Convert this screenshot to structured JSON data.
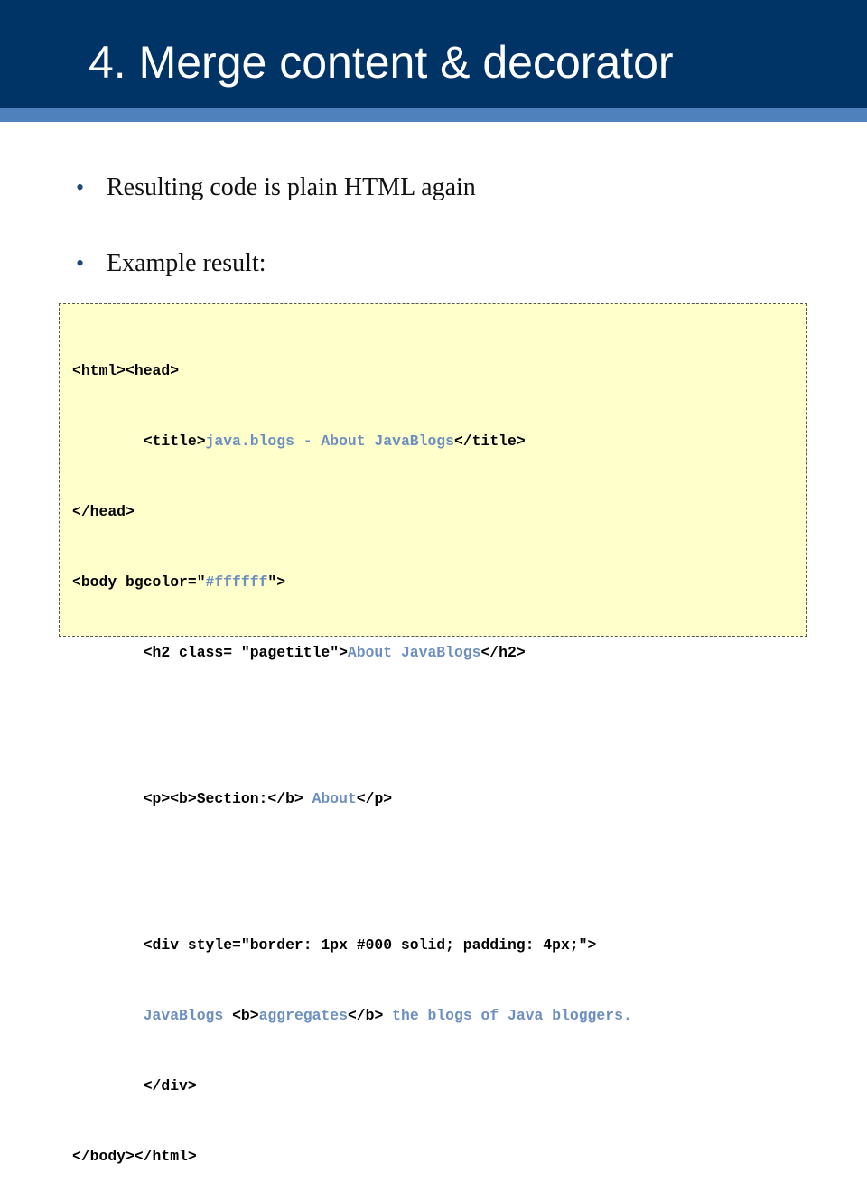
{
  "slide": {
    "title": "4. Merge content & decorator"
  },
  "bullets": [
    {
      "marker": "•",
      "text": "Resulting code is plain HTML again"
    },
    {
      "marker": "•",
      "text": "Example result:"
    }
  ],
  "code_lines": [
    [
      "<html><head>"
    ],
    [
      "        <title>",
      "java.blogs - About JavaBlogs",
      "</title>"
    ],
    [
      "</head>"
    ],
    [
      "<body bgcolor=\"",
      "#ffffff",
      "\">"
    ],
    [
      "        <h2 class= \"pagetitle\">",
      "About JavaBlogs",
      "</h2>"
    ],
    [
      "        <p><b>Section:</b> ",
      "About",
      "</p>"
    ],
    [
      "        <div style=\"border: 1px #000 solid; padding: 4px;\">"
    ],
    [
      "        ",
      "JavaBlogs ",
      "<b>",
      "aggregates",
      "</b>",
      " the blogs of Java bloggers."
    ],
    [
      "        </div>"
    ],
    [
      "</body></html>"
    ]
  ],
  "colors": {
    "title_bar": "#003366",
    "title_accent": "#4f81bd",
    "code_background": "#ffffcc",
    "code_value": "#6d8fbf"
  }
}
